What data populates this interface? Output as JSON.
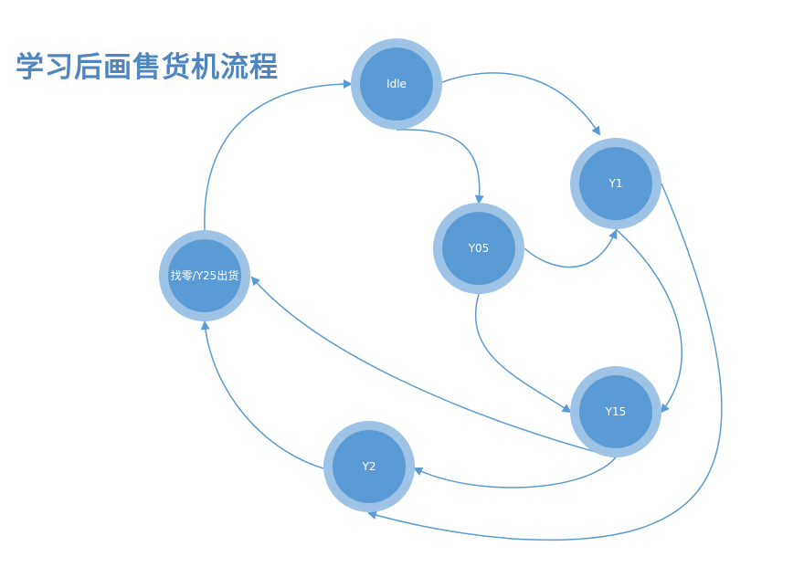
{
  "title": "学习后画售货机流程",
  "colors": {
    "ring": "#9dc3e6",
    "fill": "#5b9bd5",
    "edge": "#5b9bd5",
    "title": "#4f86c0"
  },
  "nodes": [
    {
      "id": "idle",
      "label": "Idle"
    },
    {
      "id": "y1",
      "label": "Y1"
    },
    {
      "id": "y05",
      "label": "Y05"
    },
    {
      "id": "y15",
      "label": "Y15"
    },
    {
      "id": "y2",
      "label": "Y2"
    },
    {
      "id": "change",
      "label": "找零/Y25出货"
    }
  ],
  "edges": [
    {
      "from": "idle",
      "to": "y1"
    },
    {
      "from": "idle",
      "to": "y05"
    },
    {
      "from": "y05",
      "to": "y1"
    },
    {
      "from": "y05",
      "to": "y15"
    },
    {
      "from": "y1",
      "to": "y15"
    },
    {
      "from": "y1",
      "to": "y2"
    },
    {
      "from": "y15",
      "to": "y2"
    },
    {
      "from": "y15",
      "to": "change"
    },
    {
      "from": "y2",
      "to": "change"
    },
    {
      "from": "change",
      "to": "idle"
    }
  ]
}
